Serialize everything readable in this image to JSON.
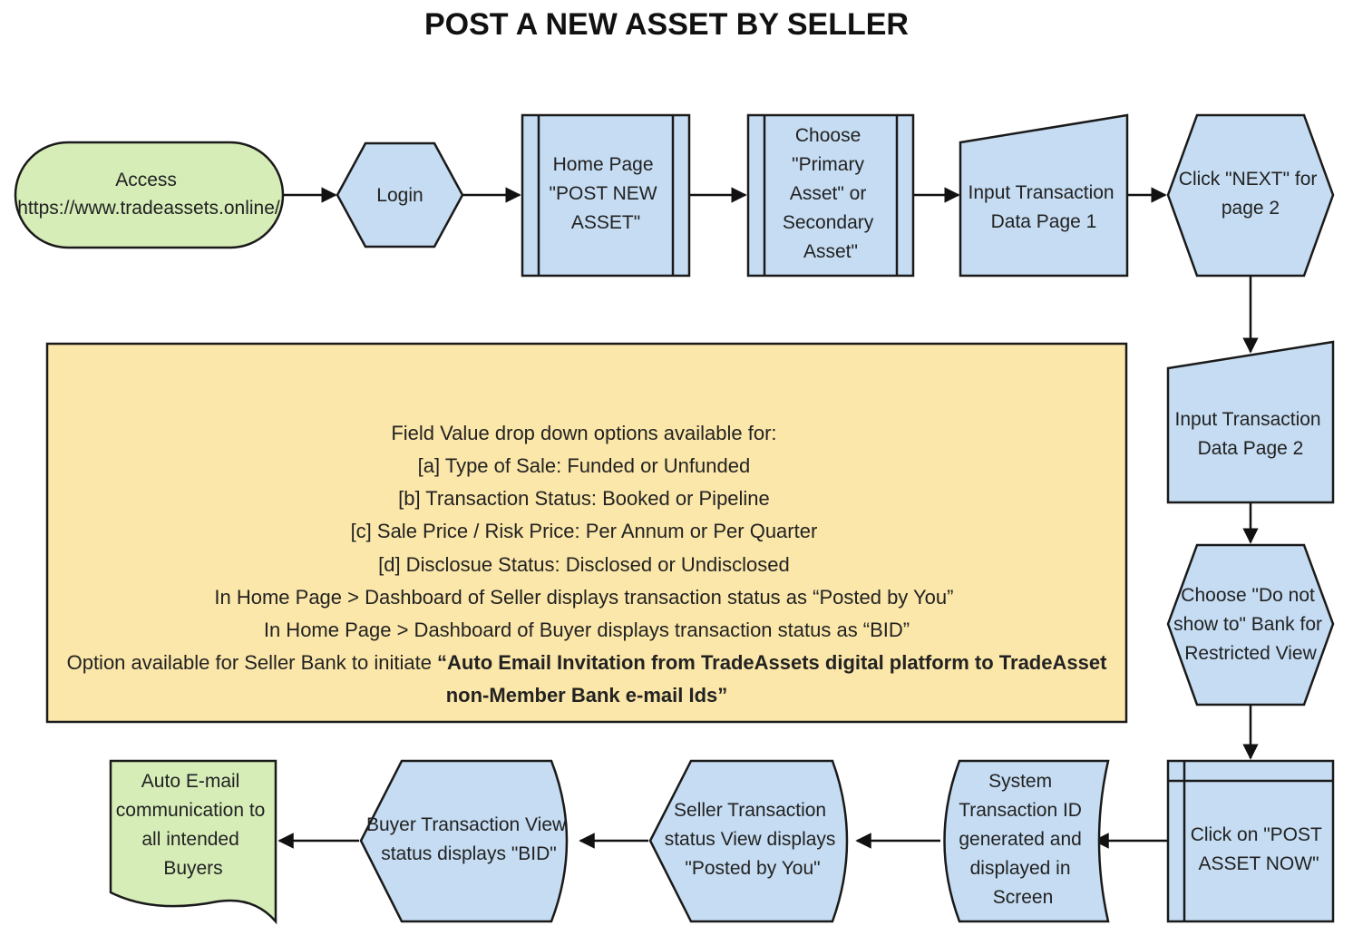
{
  "title": "POST A NEW ASSET BY SELLER",
  "colors": {
    "process_fill": "#c5dcf2",
    "terminal_fill": "#d6edb8",
    "note_fill": "#fbe7a9",
    "stroke": "#1a1a1a"
  },
  "nodes": {
    "access": [
      "Access",
      "https://www.tradeassets.online/"
    ],
    "login": [
      "Login"
    ],
    "home_page": [
      "Home Page",
      "\"POST NEW",
      "ASSET\""
    ],
    "choose_asset": [
      "Choose",
      "\"Primary",
      "Asset\" or",
      "Secondary",
      "Asset\""
    ],
    "input_page1": [
      "Input Transaction",
      "Data Page 1"
    ],
    "click_next": [
      "Click \"NEXT\" for",
      "page 2"
    ],
    "input_page2": [
      "Input Transaction",
      "Data Page 2"
    ],
    "choose_do_not_show": [
      "Choose \"Do not",
      "show to\" Bank for",
      "Restricted View"
    ],
    "click_post": [
      "Click on \"POST",
      "ASSET NOW\""
    ],
    "system_id": [
      "System",
      "Transaction ID",
      "generated and",
      "displayed in",
      "Screen"
    ],
    "seller_view": [
      "Seller Transaction",
      "status View displays",
      "\"Posted by You\""
    ],
    "buyer_view": [
      "Buyer Transaction View",
      "status displays \"BID\""
    ],
    "auto_email": [
      "Auto E-mail",
      "communication to",
      "all intended",
      "Buyers"
    ]
  },
  "note": {
    "lines": [
      "Field Value drop down options available for:",
      "[a] Type of Sale: Funded or Unfunded",
      "[b] Transaction Status: Booked or Pipeline",
      "[c] Sale Price / Risk Price: Per Annum or Per Quarter",
      "[d] Disclosue Status: Disclosed or Undisclosed",
      "In Home Page > Dashboard of Seller displays transaction status as “Posted by You”",
      "In Home Page > Dashboard of Buyer displays transaction status as “BID”"
    ],
    "option_prefix": "Option available for Seller Bank to initiate ",
    "option_bold": "“Auto Email Invitation from TradeAssets digital platform to TradeAsset",
    "option_bold_line2": "non-Member Bank e-mail Ids”"
  }
}
